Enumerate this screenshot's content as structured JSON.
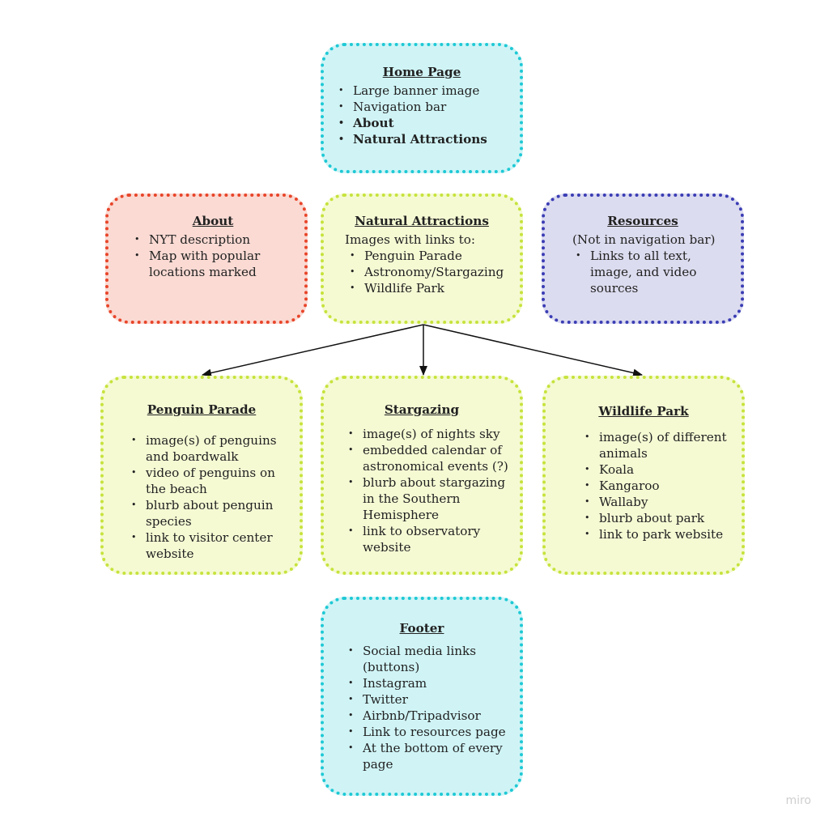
{
  "home": {
    "title": "Home Page",
    "items": [
      "Large banner image",
      "Navigation bar"
    ],
    "subitems": [
      "About",
      "Natural Attractions"
    ]
  },
  "about": {
    "title": "About",
    "items": [
      "NYT description",
      "Map with popular locations marked"
    ]
  },
  "natural": {
    "title": "Natural Attractions",
    "intro": "Images with links to:",
    "items": [
      "Penguin Parade",
      "Astronomy/Stargazing",
      "Wildlife Park"
    ]
  },
  "resources": {
    "title": "Resources",
    "intro": "(Not in navigation bar)",
    "items": [
      "Links to all text, image, and video sources"
    ]
  },
  "penguin": {
    "title": "Penguin Parade",
    "items": [
      "image(s) of penguins and boardwalk",
      "video of penguins on the beach",
      "blurb about penguin species",
      "link to visitor center website"
    ]
  },
  "stargazing": {
    "title": "Stargazing",
    "items": [
      "image(s) of nights sky",
      "embedded calendar of astronomical events (?)",
      "blurb about stargazing in the Southern Hemisphere",
      "link to observatory website"
    ]
  },
  "wildlife": {
    "title": "Wildlife Park",
    "item1": "image(s) of different animals",
    "subitems": [
      "Koala",
      "Kangaroo",
      "Wallaby"
    ],
    "items_after": [
      "blurb about park",
      "link to park website"
    ]
  },
  "footer": {
    "title": "Footer",
    "item1": "Social media links (buttons)",
    "subitems": [
      "Instagram",
      "Twitter",
      "Airbnb/Tripadvisor"
    ],
    "items_after": [
      "Link to resources page",
      "At the bottom of every page"
    ]
  },
  "colors": {
    "cyan_fill": "#d0f4f6",
    "cyan_border": "#1ec9d5",
    "red_fill": "#fadad3",
    "red_border": "#e8452a",
    "lime_fill": "#f5fad3",
    "lime_border": "#c6e33c",
    "purple_fill": "#dcdcf0",
    "purple_border": "#3b3db4"
  },
  "watermark": "miro"
}
